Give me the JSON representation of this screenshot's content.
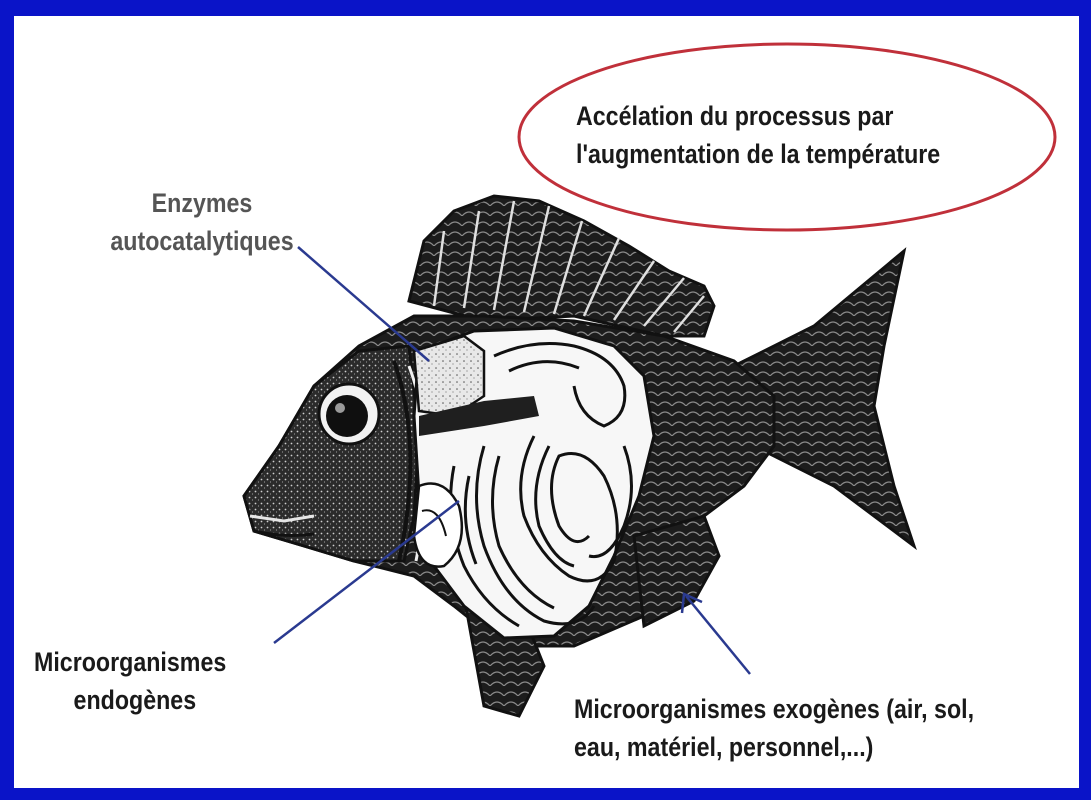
{
  "labels": {
    "enzymes": [
      "Enzymes",
      "autocatalytiques"
    ],
    "endogenous": [
      "Microorganismes",
      "endogènes"
    ],
    "exogenous": [
      "Microorganismes exogènes (air, sol,",
      "eau, matériel, personnel,...)"
    ],
    "acceleration": [
      "Accélation du processus par",
      "l'augmentation de la température"
    ]
  },
  "colors": {
    "frame": "#0a14c8",
    "background": "#ffffff",
    "callout_ellipse": "#c0303a",
    "pointer_lines": "#2a3a90"
  },
  "illustration": {
    "subject": "fish-anatomy-drawing"
  }
}
